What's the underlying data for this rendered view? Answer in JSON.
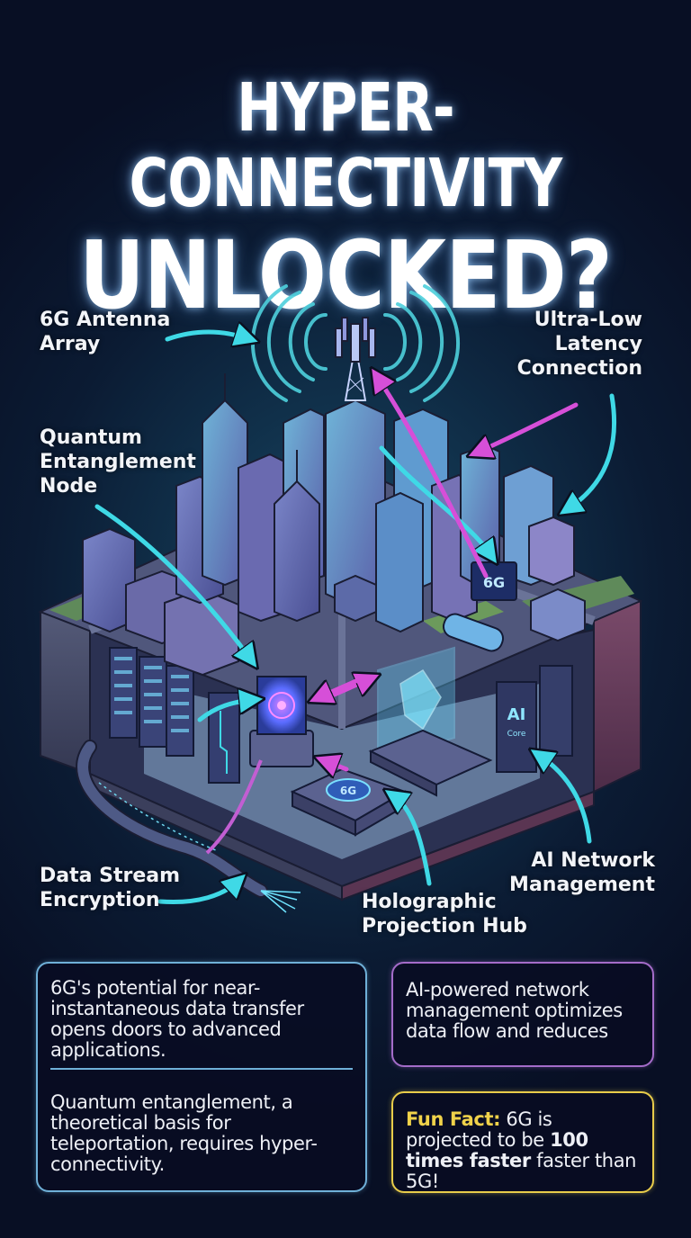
{
  "title": {
    "line1": "HYPER-CONNECTIVITY",
    "line2": "UNLOCKED?"
  },
  "callouts": {
    "antenna": "6G Antenna\nArray",
    "latency": "Ultra-Low\nLatency\nConnection",
    "quantum": "Quantum\nEntanglement\nNode",
    "encryption": "Data Stream\nEncryption",
    "holographic": "Holographic\nProjection Hub",
    "ai_network": "AI Network\nManagement"
  },
  "illustration": {
    "billboard_label": "6G",
    "hub_label": "6G",
    "ai_core_label": "AI",
    "ai_core_sublabel": "Core"
  },
  "cards": {
    "blue": {
      "paragraph1": "6G's potential for near-instantaneous data transfer opens doors to advanced applications.",
      "paragraph2": "Quantum entanglement, a theoretical basis for teleportation, requires hyper-connectivity."
    },
    "purple": {
      "text": "AI-powered network management optimizes data flow and reduces"
    },
    "yellow": {
      "label": "Fun Fact:",
      "text_before": " 6G is projected to be ",
      "bold": "100 times faster",
      "text_after": " faster than 5G!"
    }
  },
  "colors": {
    "background": "#0b1b33",
    "cyan_arrow": "#3fd9e6",
    "magenta_arrow": "#d64fd8",
    "blue_card_border": "#6fb0d8",
    "purple_card_border": "#a46cc9",
    "yellow_card_border": "#e8cc4a",
    "fun_fact_label": "#f0d24a"
  }
}
